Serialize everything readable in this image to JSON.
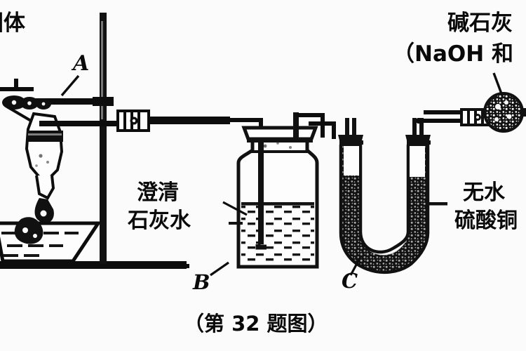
{
  "figure": {
    "caption": "（第 32 题图）",
    "labels": {
      "top_left_solid": "固体",
      "point_a": "A",
      "point_b": "B",
      "point_c": "C",
      "limewater_line1": "澄清",
      "limewater_line2": "石灰水",
      "soda_lime_line1": "碱石灰",
      "soda_lime_line2": "（NaOH 和",
      "anhydrous_line1": "无水",
      "anhydrous_line2": "硫酸铜"
    },
    "apparatus": [
      {
        "name": "test-tube-heated",
        "label": "A"
      },
      {
        "name": "gas-washing-bottle",
        "label": "B",
        "contents": "澄清石灰水"
      },
      {
        "name": "u-tube",
        "label": "C",
        "contents": "无水硫酸铜"
      },
      {
        "name": "drying-ball",
        "label": "",
        "contents": "碱石灰（NaOH 和"
      }
    ],
    "colors": {
      "ink": "#0a0a0a",
      "paper": "#fbfbfb",
      "fill_dark": "#111111"
    }
  }
}
